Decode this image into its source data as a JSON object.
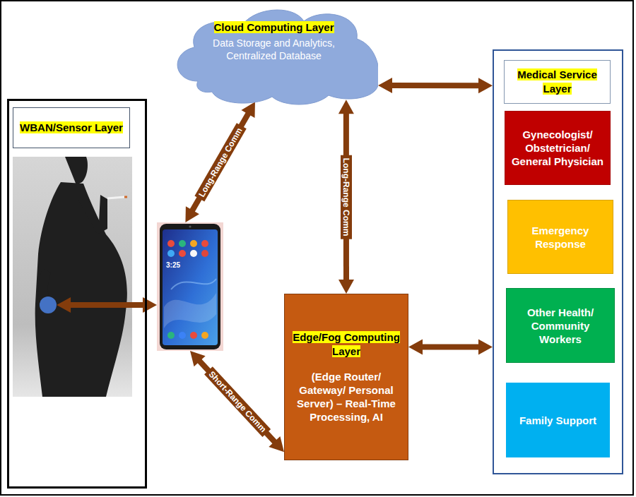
{
  "diagram": {
    "nodes": [
      {
        "text": [
          "WBAN/Sensor Layer"
        ]
      },
      {
        "text": [
          "3:25"
        ]
      },
      {
        "text": [
          "Cloud Computing Layer",
          "Data Storage and Analytics, Centralized Database"
        ]
      },
      {
        "text": [
          "Edge/Fog Computing Layer",
          "(Edge Router/ Gateway/ Personal Server) – Real-Time Processing, AI"
        ]
      },
      {
        "text": [
          "Medical Service Layer"
        ]
      },
      {
        "text": [
          "Gynecologist/ Obstetrician/ General Physician"
        ],
        "in": 4
      },
      {
        "text": [
          "Emergency Response"
        ],
        "in": 4
      },
      {
        "text": [
          "Other Health/ Community Workers"
        ],
        "in": 4
      },
      {
        "text": [
          "Family Support"
        ],
        "in": 4
      }
    ],
    "edges": [
      {
        "from": 0,
        "to": 1,
        "arrow": "both"
      },
      {
        "from": 1,
        "to": 2,
        "label": "Long-Range Comm",
        "arrow": "both"
      },
      {
        "from": 2,
        "to": 3,
        "label": "Long-Range Comm",
        "arrow": "both"
      },
      {
        "from": 1,
        "to": 3,
        "label": "Short-Range Comm",
        "arrow": "both"
      },
      {
        "from": 2,
        "to": 4,
        "arrow": "both"
      },
      {
        "from": 3,
        "to": 4,
        "arrow": "both"
      }
    ]
  }
}
